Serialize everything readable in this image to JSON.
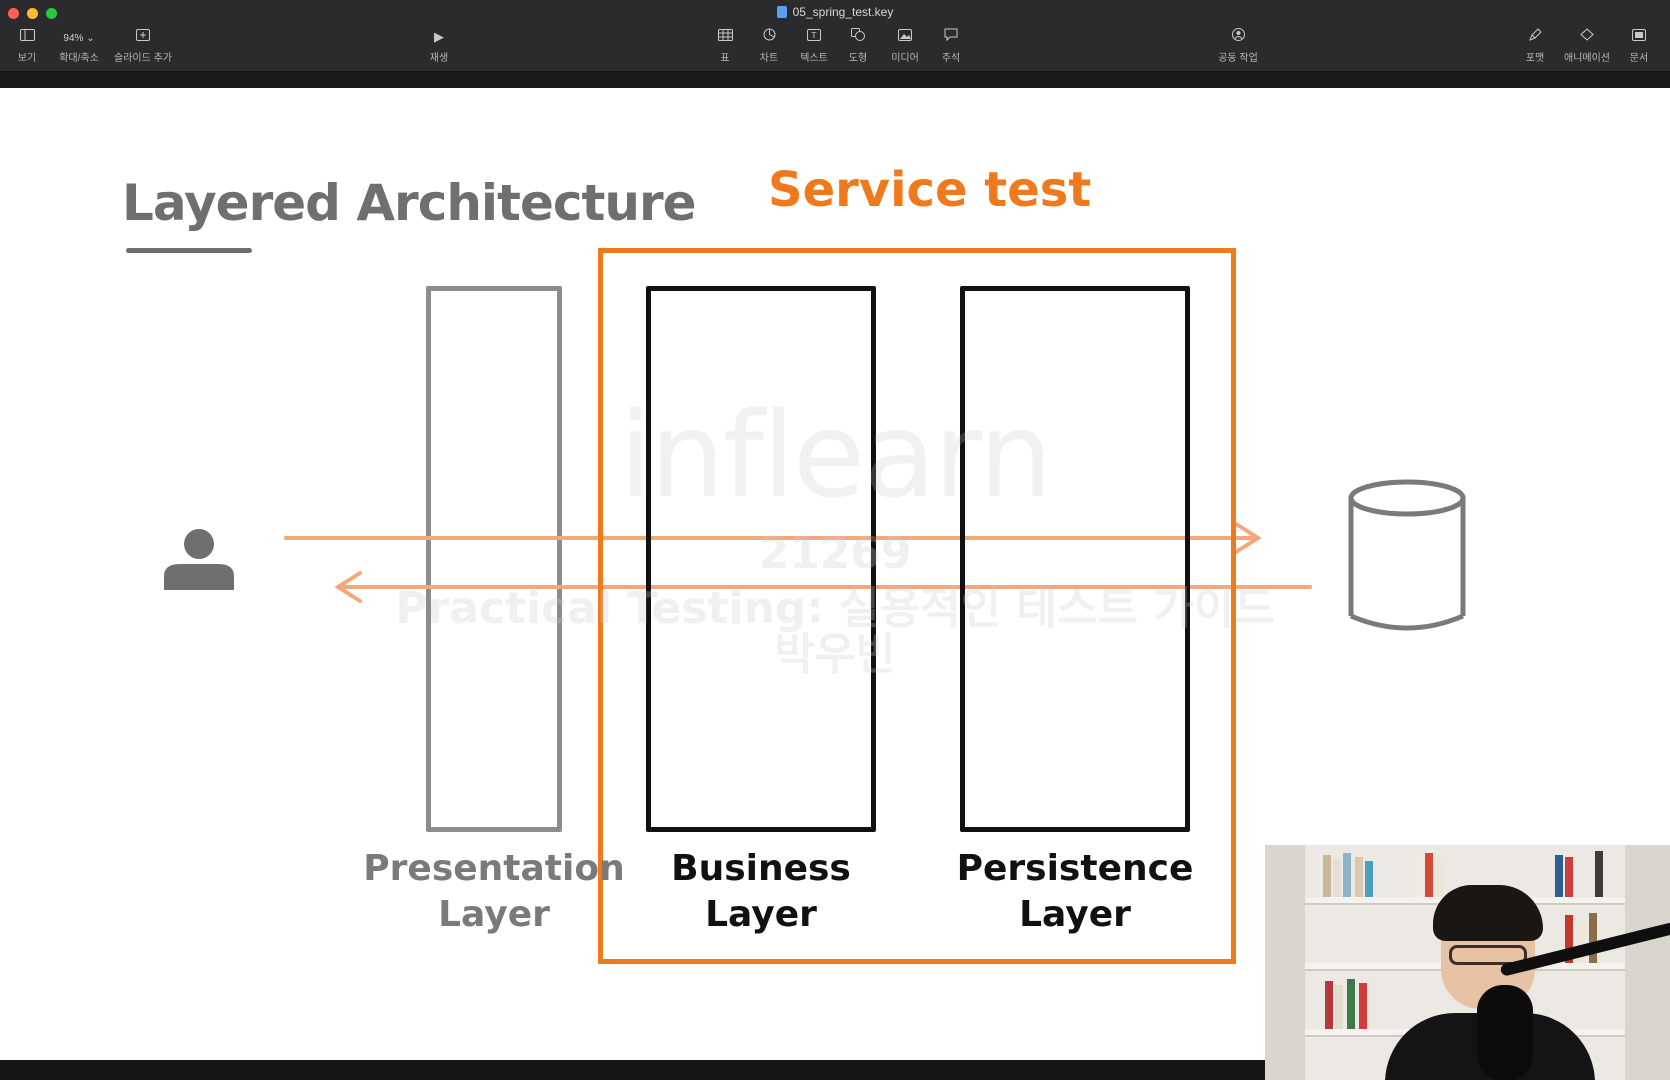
{
  "window": {
    "title": "05_spring_test.key"
  },
  "toolbar": {
    "view_label": "보기",
    "zoom_value": "94%",
    "zoom_label": "확대/축소",
    "add_slide_label": "슬라이드 추가",
    "play_label": "재생",
    "table_label": "표",
    "chart_label": "차트",
    "text_label": "텍스트",
    "shape_label": "도형",
    "media_label": "미디어",
    "comment_label": "주석",
    "collaborate_label": "공동 작업",
    "format_label": "포맷",
    "animate_label": "애니메이션",
    "document_label": "문서"
  },
  "slide": {
    "title": "Layered Architecture",
    "service_title": "Service test",
    "layers": [
      {
        "line1": "Presentation",
        "line2": "Layer"
      },
      {
        "line1": "Business",
        "line2": "Layer"
      },
      {
        "line1": "Persistence",
        "line2": "Layer"
      }
    ]
  },
  "watermark": {
    "brand": "inflearn",
    "id": "21269",
    "course": "Practical Testing: 실용적인 테스트 가이드",
    "author": "박우빈"
  },
  "colors": {
    "accent_orange": "#ef7a1e",
    "arrow_orange": "#f6a77a",
    "gray_layer": "#8c8c8c",
    "black_layer": "#111111"
  }
}
